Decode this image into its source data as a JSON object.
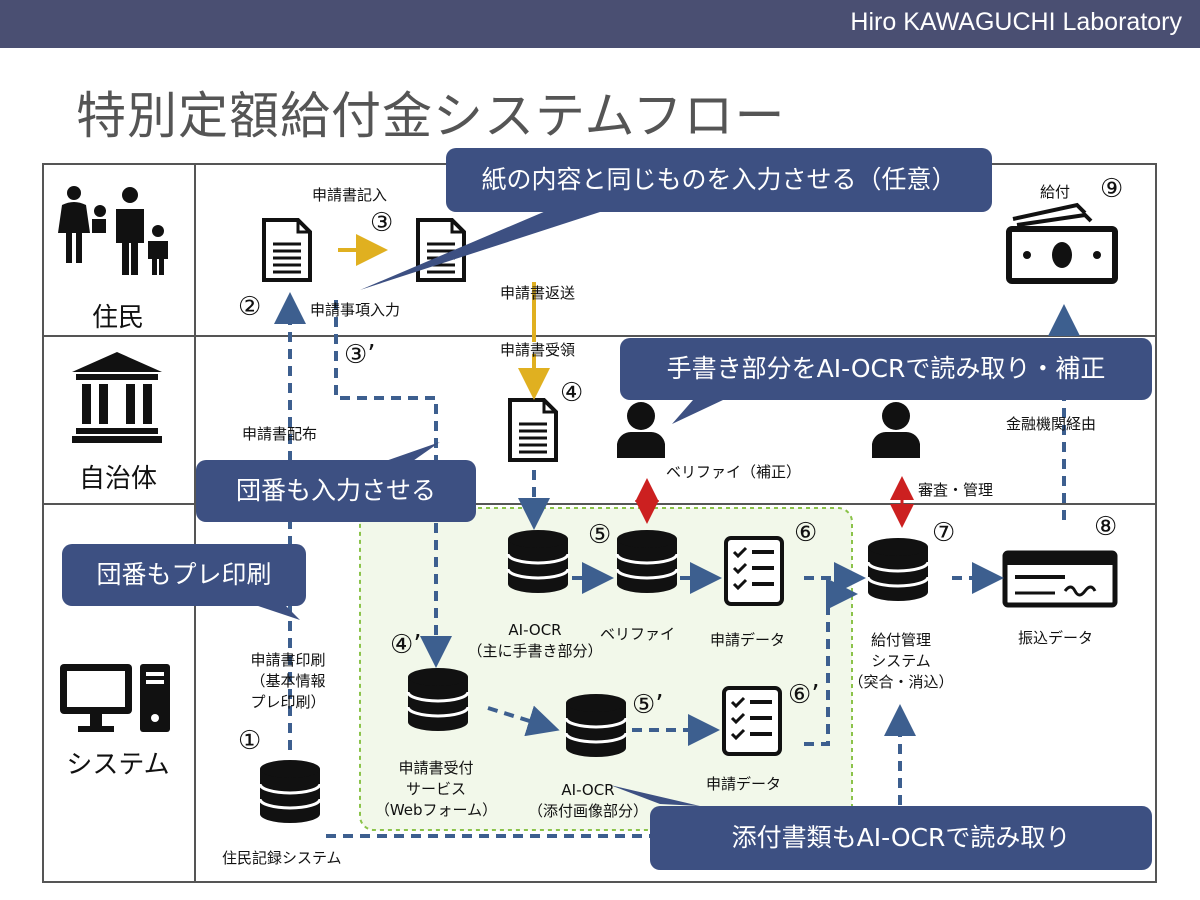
{
  "header": {
    "lab": "Hiro KAWAGUCHI Laboratory"
  },
  "title": "特別定額給付金システムフロー",
  "lanes": {
    "resident": "住民",
    "municipality": "自治体",
    "system": "システム"
  },
  "labels": {
    "fill_form": "申請書記入",
    "enter_items": "申請事項入力",
    "return_form": "申請書返送",
    "receive_form": "申請書受領",
    "distribute_form": "申請書配布",
    "print_form_1": "申請書印刷",
    "print_form_2": "（基本情報",
    "print_form_3": "プレ印刷）",
    "resident_registry": "住民記録システム",
    "verify_fix": "ベリファイ（補正）",
    "review_manage": "審査・管理",
    "via_bank": "金融機関経由",
    "payment": "給付",
    "aiocr_1": "AI-OCR",
    "aiocr_2": "（主に手書き部分）",
    "verify": "ベリファイ",
    "app_data": "申請データ",
    "payment_mgmt_1": "給付管理",
    "payment_mgmt_2": "システム",
    "payment_mgmt_3": "（突合・消込）",
    "transfer_data": "振込データ",
    "web_1": "申請書受付",
    "web_2": "サービス",
    "web_3": "（Webフォーム）",
    "aiocr2_1": "AI-OCR",
    "aiocr2_2": "（添付画像部分）",
    "app_data2": "申請データ"
  },
  "numbers": {
    "n1": "①",
    "n2": "②",
    "n3": "③",
    "n3p": "③’",
    "n4": "④",
    "n4p": "④’",
    "n5": "⑤",
    "n5p": "⑤’",
    "n6": "⑥",
    "n6p": "⑥’",
    "n7": "⑦",
    "n8": "⑧",
    "n9": "⑨"
  },
  "callouts": {
    "paper_same": "紙の内容と同じものを入力させる（任意）",
    "ai_ocr_handwriting": "手書き部分をAI-OCRで読み取り・補正",
    "group_number_input": "団番も入力させる",
    "group_number_print": "団番もプレ印刷",
    "attachments_ocr": "添付書類もAI-OCRで読み取り"
  },
  "colors": {
    "header_bg": "#4a4f72",
    "callout_bg": "#3d5082",
    "dashed_arrow": "#3d5f8f",
    "paper_arrow": "#e0b020",
    "verify_arrow": "#cc2020",
    "group_box": "#8bc34a"
  }
}
